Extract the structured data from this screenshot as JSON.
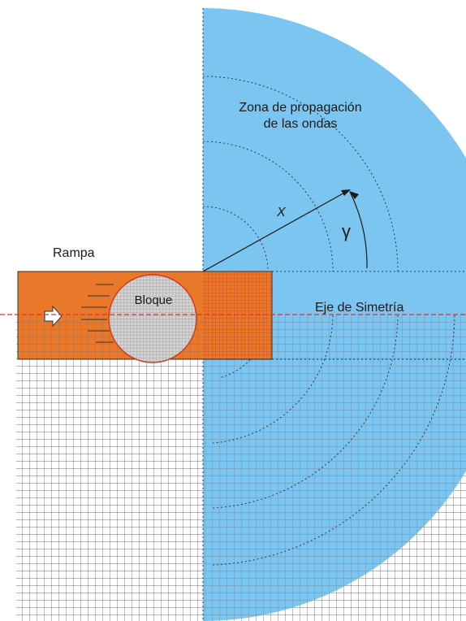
{
  "labels": {
    "zone_line1": "Zona de propagación",
    "zone_line2": "de las ondas",
    "distance": "X",
    "angle": "γ",
    "ramp": "Rampa",
    "block": "Bloque",
    "symmetry_axis": "Eje de Simetría"
  },
  "colors": {
    "wave_zone": "#74c2ef",
    "ramp": "#e9782a",
    "symmetry_line": "#e0322b",
    "grid": "#6f6f6f",
    "block": "#d2d2d2"
  }
}
